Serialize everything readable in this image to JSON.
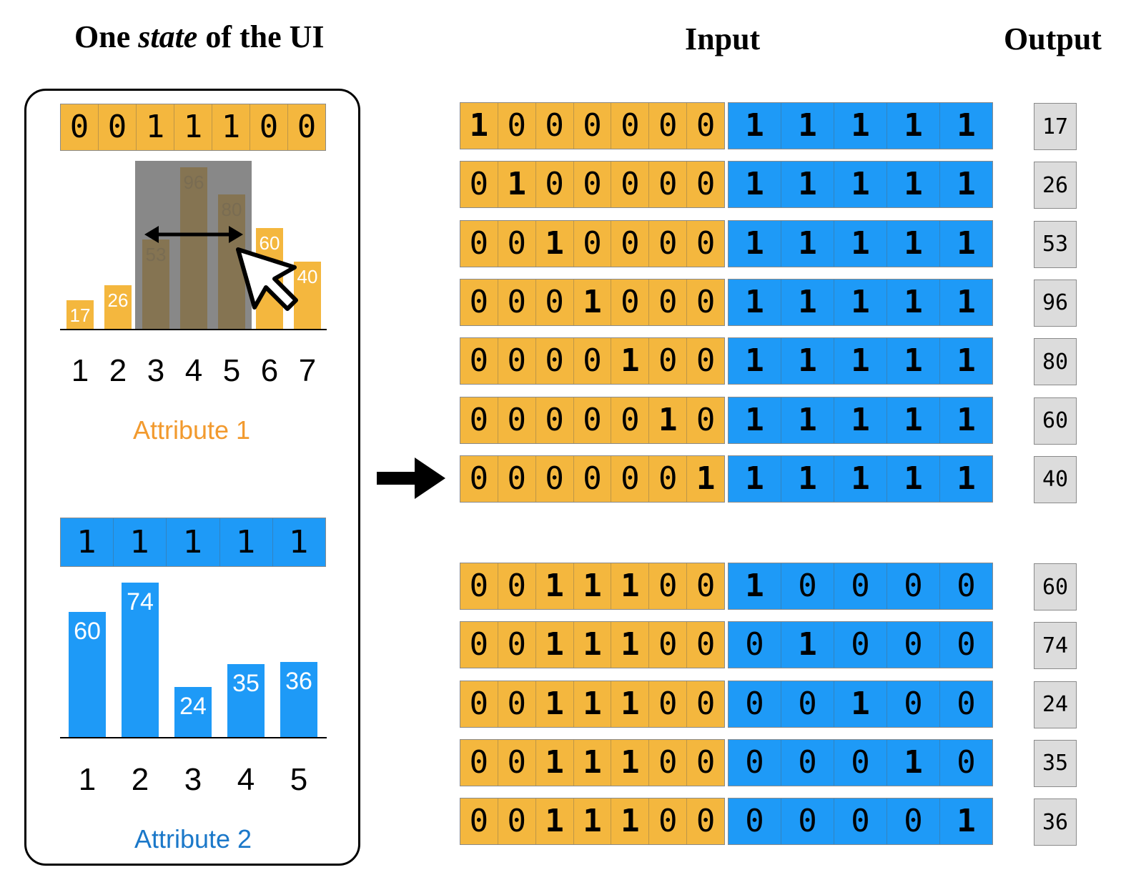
{
  "headings": {
    "ui_title_prefix": "One ",
    "ui_title_emphasis": "state",
    "ui_title_suffix": " of the UI",
    "input": "Input",
    "output": "Output"
  },
  "colors": {
    "orange": "#f4b73e",
    "blue": "#1e9af7",
    "attr1_label": "#f29a2e",
    "attr2_label": "#1b78c9",
    "output_box": "#dcdcdc"
  },
  "ui_state": {
    "attribute1": {
      "label": "Attribute 1",
      "encoding": [
        "0",
        "0",
        "1",
        "1",
        "1",
        "0",
        "0"
      ],
      "categories": [
        "1",
        "2",
        "3",
        "4",
        "5",
        "6",
        "7"
      ],
      "values": [
        17,
        26,
        53,
        96,
        80,
        60,
        40
      ],
      "selected_range": [
        "3",
        "5"
      ]
    },
    "attribute2": {
      "label": "Attribute 2",
      "encoding": [
        "1",
        "1",
        "1",
        "1",
        "1"
      ],
      "categories": [
        "1",
        "2",
        "3",
        "4",
        "5"
      ],
      "values": [
        60,
        74,
        24,
        35,
        36
      ]
    },
    "icons": [
      "double-arrow-icon",
      "cursor-icon",
      "right-arrow-icon"
    ]
  },
  "group1": [
    {
      "a1": [
        "1",
        "0",
        "0",
        "0",
        "0",
        "0",
        "0"
      ],
      "a2": [
        "1",
        "1",
        "1",
        "1",
        "1"
      ],
      "output": "17"
    },
    {
      "a1": [
        "0",
        "1",
        "0",
        "0",
        "0",
        "0",
        "0"
      ],
      "a2": [
        "1",
        "1",
        "1",
        "1",
        "1"
      ],
      "output": "26"
    },
    {
      "a1": [
        "0",
        "0",
        "1",
        "0",
        "0",
        "0",
        "0"
      ],
      "a2": [
        "1",
        "1",
        "1",
        "1",
        "1"
      ],
      "output": "53"
    },
    {
      "a1": [
        "0",
        "0",
        "0",
        "1",
        "0",
        "0",
        "0"
      ],
      "a2": [
        "1",
        "1",
        "1",
        "1",
        "1"
      ],
      "output": "96"
    },
    {
      "a1": [
        "0",
        "0",
        "0",
        "0",
        "1",
        "0",
        "0"
      ],
      "a2": [
        "1",
        "1",
        "1",
        "1",
        "1"
      ],
      "output": "80"
    },
    {
      "a1": [
        "0",
        "0",
        "0",
        "0",
        "0",
        "1",
        "0"
      ],
      "a2": [
        "1",
        "1",
        "1",
        "1",
        "1"
      ],
      "output": "60"
    },
    {
      "a1": [
        "0",
        "0",
        "0",
        "0",
        "0",
        "0",
        "1"
      ],
      "a2": [
        "1",
        "1",
        "1",
        "1",
        "1"
      ],
      "output": "40"
    }
  ],
  "group2": [
    {
      "a1": [
        "0",
        "0",
        "1",
        "1",
        "1",
        "0",
        "0"
      ],
      "a2": [
        "1",
        "0",
        "0",
        "0",
        "0"
      ],
      "output": "60"
    },
    {
      "a1": [
        "0",
        "0",
        "1",
        "1",
        "1",
        "0",
        "0"
      ],
      "a2": [
        "0",
        "1",
        "0",
        "0",
        "0"
      ],
      "output": "74"
    },
    {
      "a1": [
        "0",
        "0",
        "1",
        "1",
        "1",
        "0",
        "0"
      ],
      "a2": [
        "0",
        "0",
        "1",
        "0",
        "0"
      ],
      "output": "24"
    },
    {
      "a1": [
        "0",
        "0",
        "1",
        "1",
        "1",
        "0",
        "0"
      ],
      "a2": [
        "0",
        "0",
        "0",
        "1",
        "0"
      ],
      "output": "35"
    },
    {
      "a1": [
        "0",
        "0",
        "1",
        "1",
        "1",
        "0",
        "0"
      ],
      "a2": [
        "0",
        "0",
        "0",
        "0",
        "1"
      ],
      "output": "36"
    }
  ]
}
